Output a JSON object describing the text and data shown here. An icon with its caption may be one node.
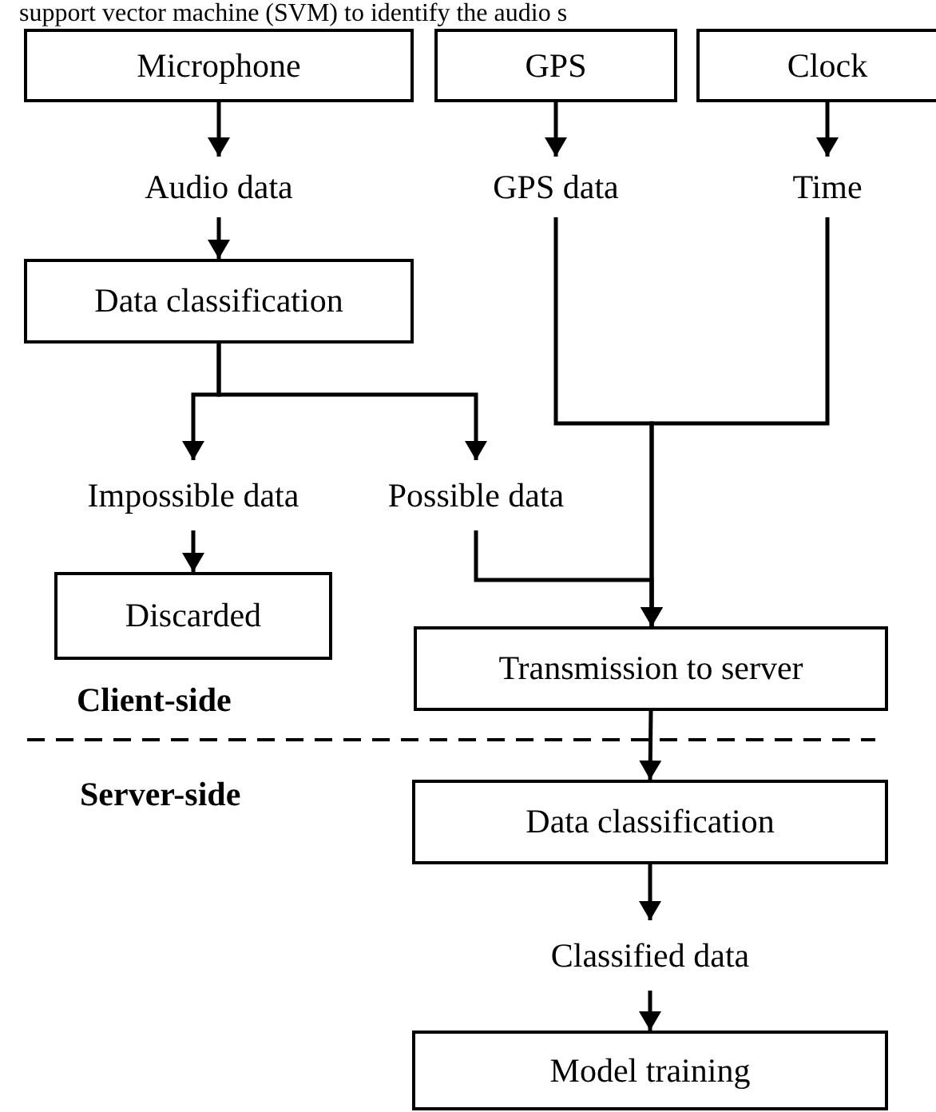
{
  "diagram": {
    "nodes": [
      {
        "text": [
          "Microphone"
        ]
      },
      {
        "text": [
          "GPS"
        ]
      },
      {
        "text": [
          "Clock"
        ]
      },
      {
        "text": [
          "Audio data"
        ]
      },
      {
        "text": [
          "GPS data"
        ]
      },
      {
        "text": [
          "Time"
        ]
      },
      {
        "text": [
          "Data classification"
        ]
      },
      {
        "text": [
          "Impossible data"
        ]
      },
      {
        "text": [
          "Possible data"
        ]
      },
      {
        "text": [
          "Discarded"
        ]
      },
      {
        "text": [
          "Transmission to server"
        ]
      },
      {
        "text": [
          "Data classification"
        ]
      },
      {
        "text": [
          "Classified data"
        ]
      },
      {
        "text": [
          "Model training"
        ]
      }
    ],
    "edges": [
      {
        "from": 0,
        "to": 3,
        "arrow": "to"
      },
      {
        "from": 1,
        "to": 4,
        "arrow": "to"
      },
      {
        "from": 2,
        "to": 5,
        "arrow": "to"
      },
      {
        "from": 3,
        "to": 6,
        "arrow": "to"
      },
      {
        "from": 6,
        "to": 7,
        "arrow": "to"
      },
      {
        "from": 6,
        "to": 8,
        "arrow": "to"
      },
      {
        "from": 7,
        "to": 9,
        "arrow": "to"
      },
      {
        "from": 4,
        "to": 10,
        "arrow": "to"
      },
      {
        "from": 5,
        "to": 10,
        "arrow": "to"
      },
      {
        "from": 8,
        "to": 10,
        "arrow": "to"
      },
      {
        "from": 10,
        "to": 11,
        "arrow": "to"
      },
      {
        "from": 11,
        "to": 12,
        "arrow": "to"
      },
      {
        "from": 12,
        "to": 13,
        "arrow": "to"
      }
    ],
    "labels": [
      "support vector machine (SVM) to identify the audio s",
      "Client-side",
      "Server-side"
    ]
  }
}
